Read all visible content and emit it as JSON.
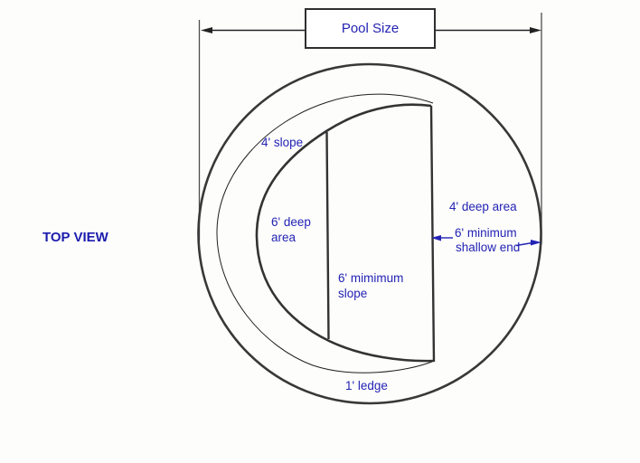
{
  "diagram": {
    "view_label": "TOP VIEW",
    "dimension_box_label": "Pool Size",
    "labels": {
      "slope4": "4' slope",
      "deep6_line1": "6' deep",
      "deep6_line2": "area",
      "minslope_line1": "6' mimimum",
      "minslope_line2": "slope",
      "deep4": "4' deep area",
      "shallow_line1": "6' minimum",
      "shallow_line2": "shallow end",
      "ledge": "1' ledge"
    },
    "colors": {
      "label_blue": "#2323b4",
      "line_dark": "#2e2e2e"
    }
  }
}
